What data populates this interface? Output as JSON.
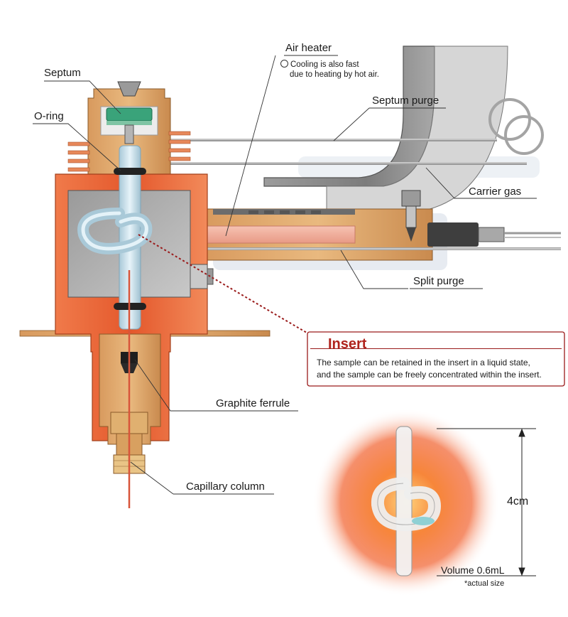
{
  "labels": {
    "septum": "Septum",
    "o_ring": "O-ring",
    "air_heater": "Air heater",
    "air_heater_note": [
      "Cooling is also fast",
      "due to heating by hot air."
    ],
    "septum_purge": "Septum purge",
    "carrier_gas": "Carrier gas",
    "split_purge": "Split purge",
    "graphite_ferrule": "Graphite ferrule",
    "capillary_column": "Capillary column"
  },
  "insert_callout": {
    "title": "Insert",
    "lines": [
      "The sample can be retained in the insert in a liquid state,",
      "and the sample can be freely concentrated within the insert."
    ]
  },
  "insert_detail": {
    "height_label": "4cm",
    "volume_label": "Volume 0.6mL",
    "note": "*actual size"
  },
  "colors": {
    "orange_body": "#e8643a",
    "tan_body": "#d9a56a",
    "accent_red": "#b0231c",
    "glass": "#bcd7e6",
    "septum_green": "#3aa37a",
    "grey_duct": "#8a8a8a"
  }
}
